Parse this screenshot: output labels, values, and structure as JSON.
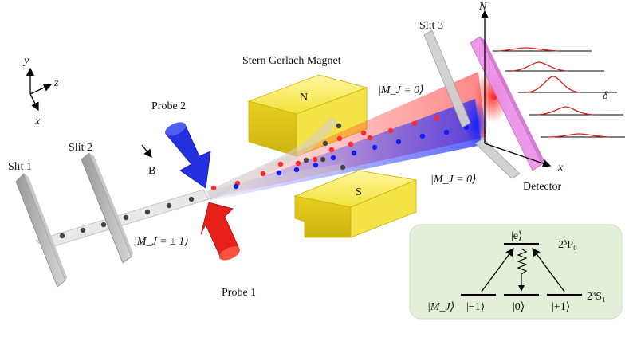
{
  "axes": {
    "y": "y",
    "z": "z",
    "x": "x"
  },
  "labels": {
    "slit1": "Slit 1",
    "slit2": "Slit 2",
    "slit3": "Slit 3",
    "magnet": "Stern Gerlach Magnet",
    "north": "N",
    "south": "S",
    "probe1": "Probe 1",
    "probe2": "Probe 2",
    "b_field": "B",
    "detector": "Detector",
    "mj_pm1": "|M_J = ± 1⟩",
    "mj0_top": "|M_J = 0⟩",
    "mj0_bottom": "|M_J = 0⟩"
  },
  "plot": {
    "y_axis": "N",
    "x_axis1": "δ",
    "x_axis2": "x"
  },
  "levels": {
    "excited": "|e⟩",
    "excited_term": "2³P₀",
    "ground_term": "2³S₁",
    "mj": "|M_J⟩",
    "minus": "|−1⟩",
    "zero": "|0⟩",
    "plus": "|+1⟩"
  },
  "colors": {
    "magnet": "#f2e23a",
    "probe1": "#e8201a",
    "probe2": "#2330e0",
    "mj0_top": "#e0201a",
    "mj0_bottom": "#1c25d6",
    "detector": "#e98ee6",
    "panel": "#e3efd8"
  }
}
